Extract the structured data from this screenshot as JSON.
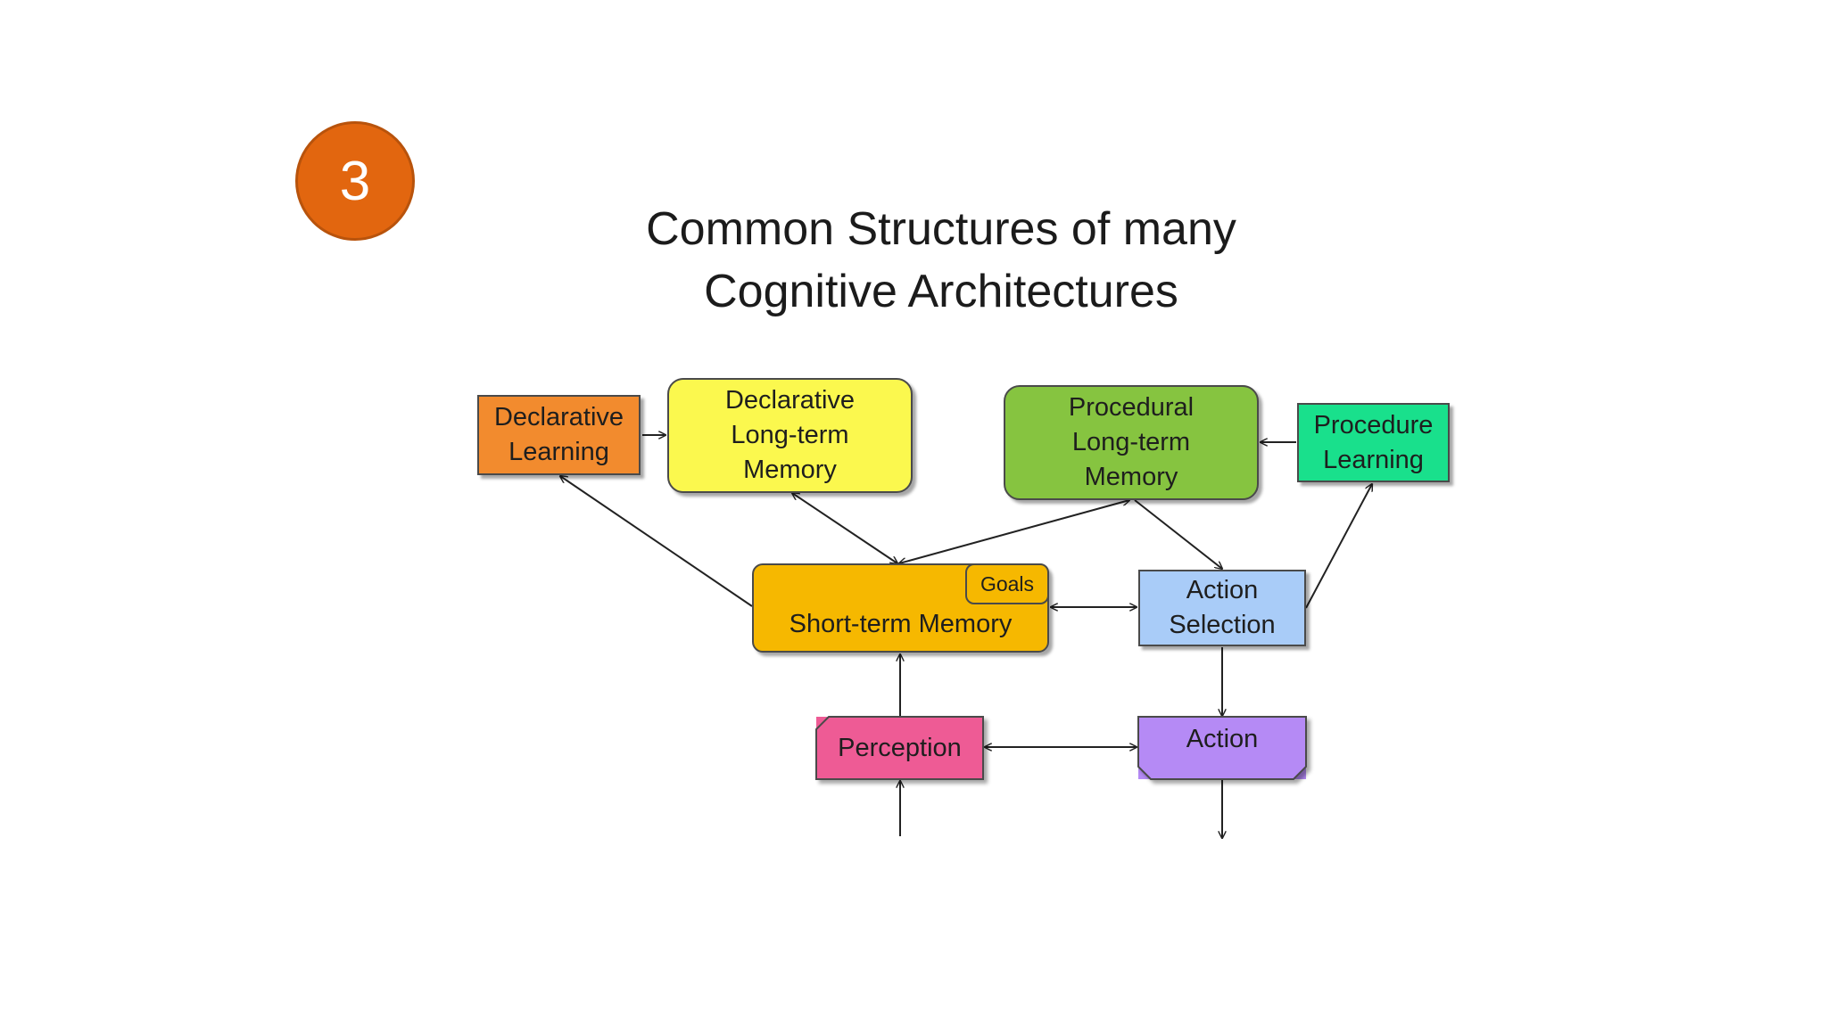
{
  "slide": {
    "number": "3"
  },
  "title": {
    "line1": "Common Structures of many",
    "line2": "Cognitive Architectures"
  },
  "nodes": {
    "declarative_learning": "Declarative\nLearning",
    "declarative_ltm": "Declarative\nLong-term\nMemory",
    "procedural_ltm": "Procedural\nLong-term\nMemory",
    "procedure_learning": "Procedure\nLearning",
    "short_term_memory": "Short-term Memory",
    "goals": "Goals",
    "action_selection": "Action\nSelection",
    "perception": "Perception",
    "action": "Action"
  },
  "colors": {
    "slide_badge": "#e2660f",
    "declarative_learning": "#f28b2e",
    "declarative_ltm": "#fbf84e",
    "procedural_ltm": "#86c440",
    "procedure_learning": "#19e08c",
    "short_term_memory": "#f6b800",
    "action_selection": "#a9ccf8",
    "perception": "#ee5b95",
    "action": "#b58af5"
  }
}
